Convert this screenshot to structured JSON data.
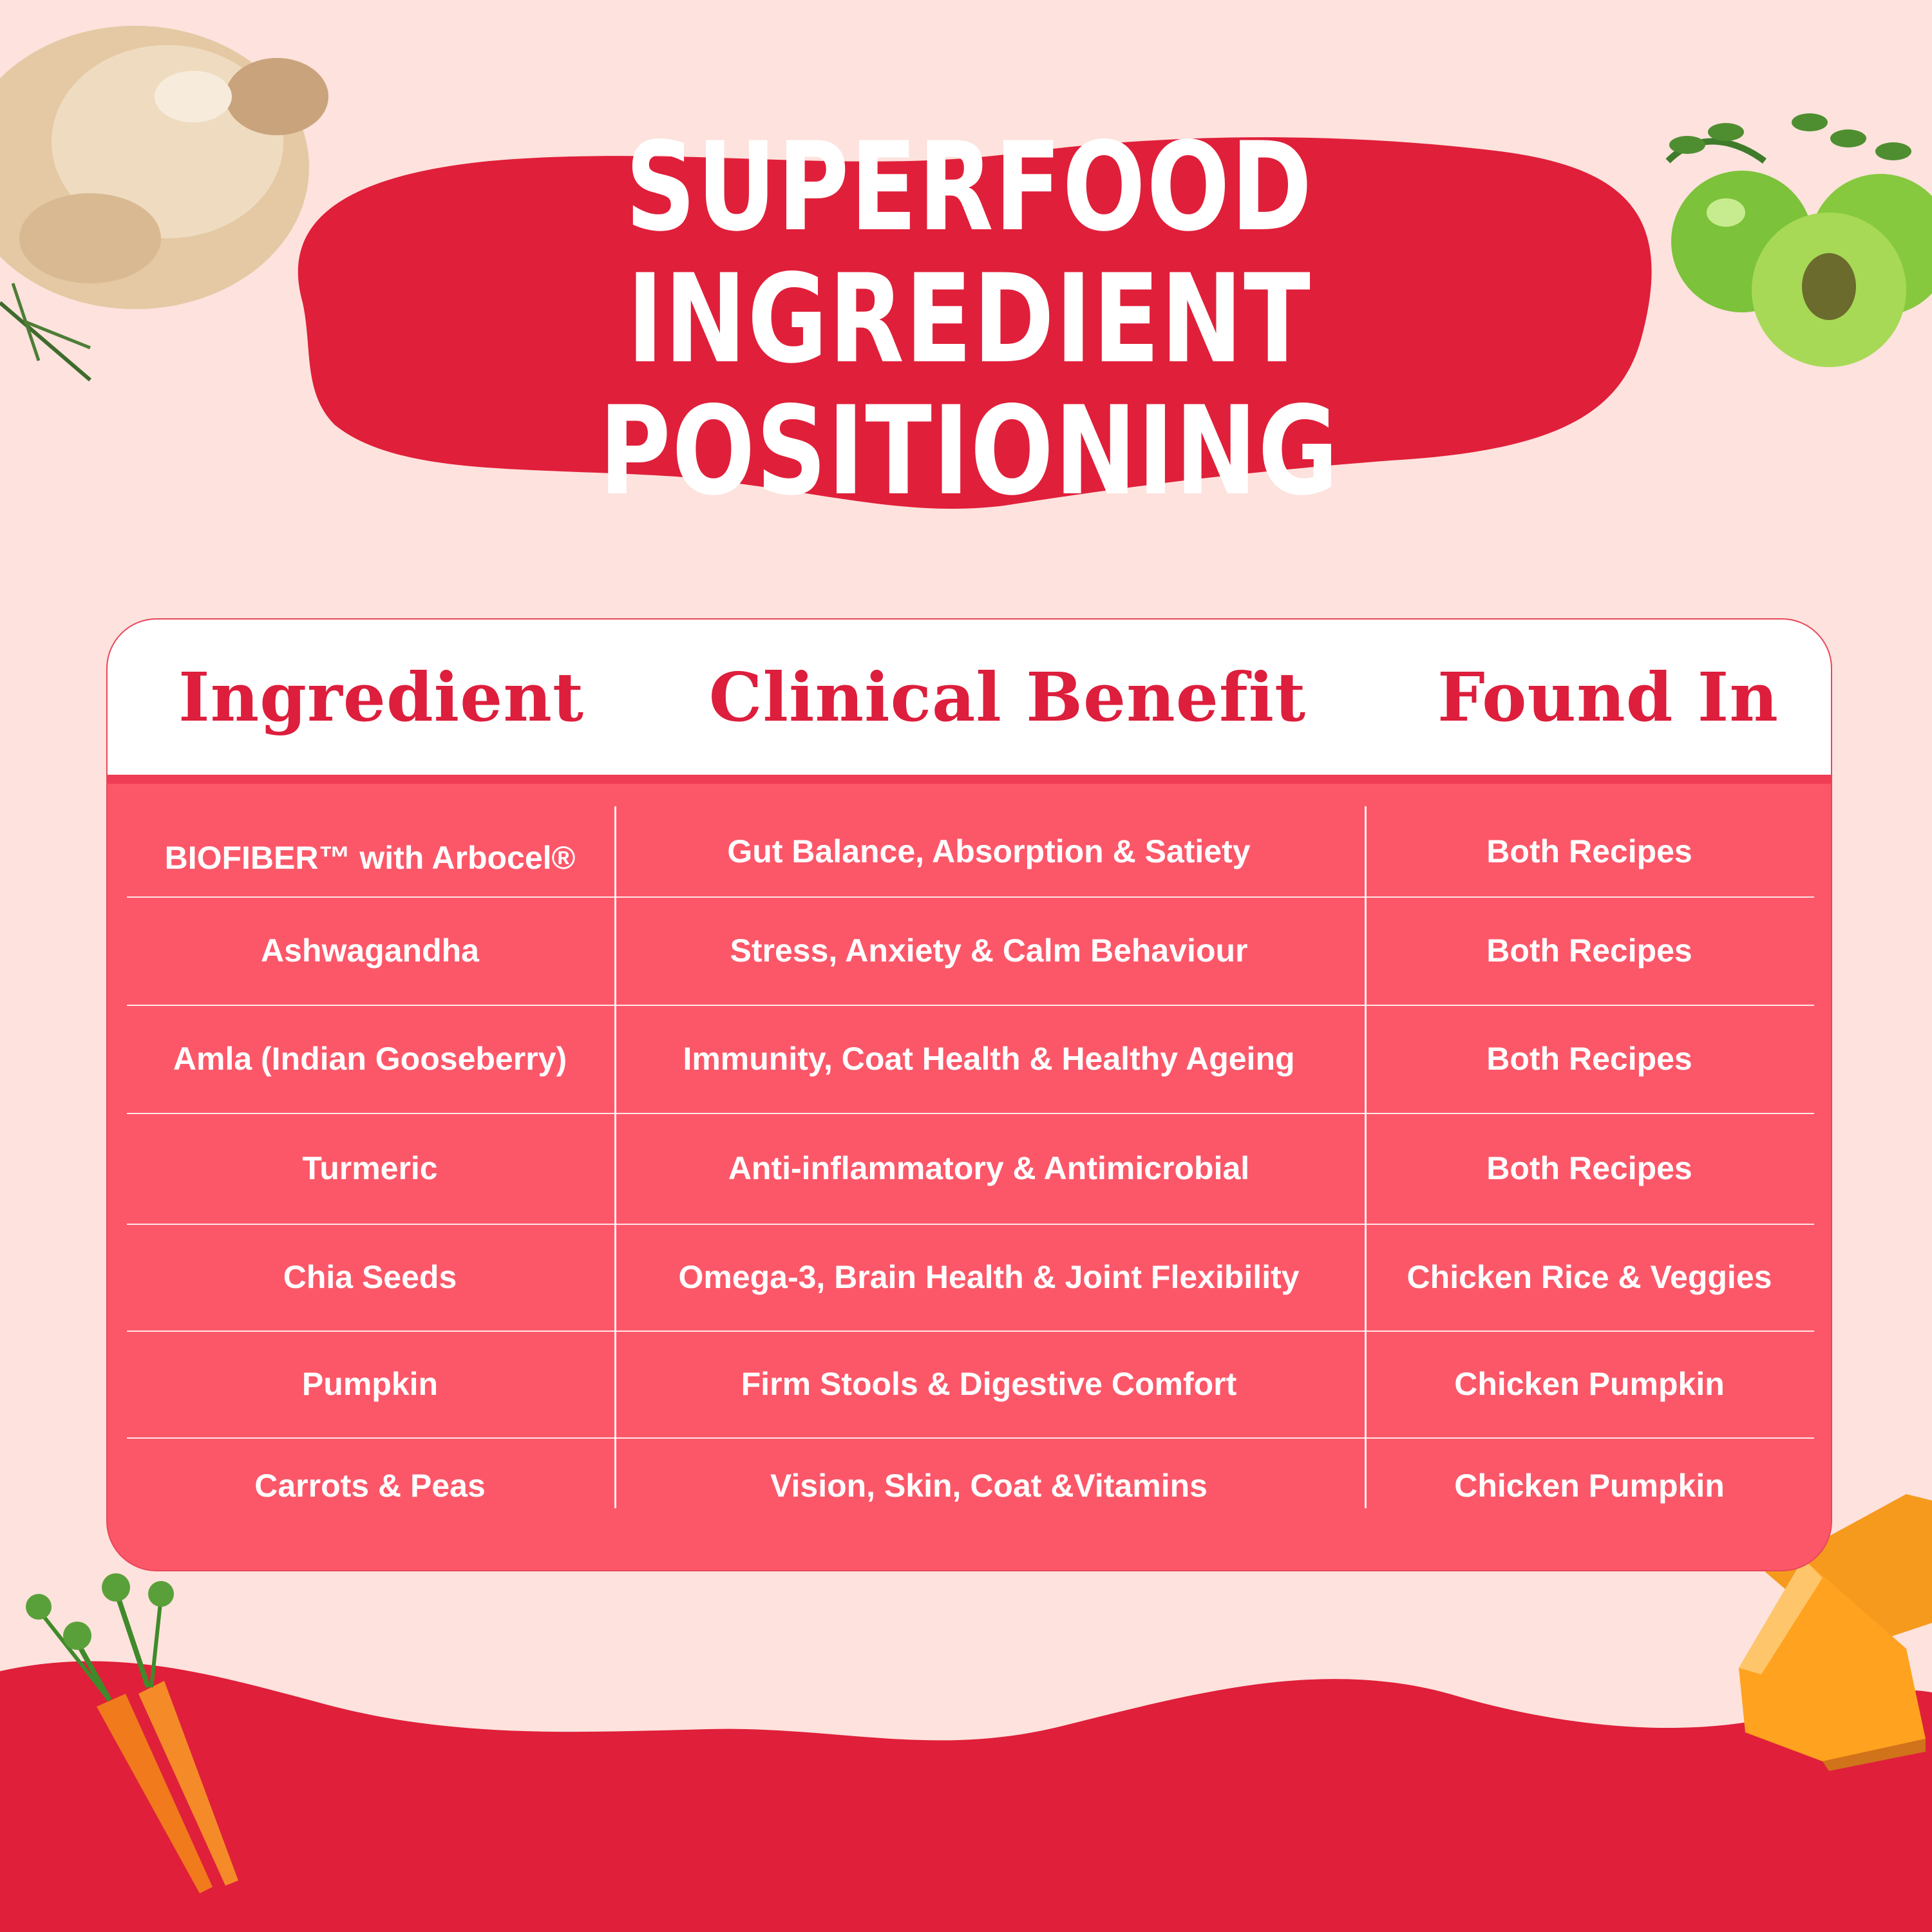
{
  "header": {
    "title_line1": "SUPERFOOD INGREDIENT",
    "title_line2": "POSITIONING"
  },
  "table": {
    "columns": [
      "Ingredient",
      "Clinical Benefit",
      "Found In"
    ],
    "rows": [
      [
        "BIOFIBER™ with Arbocel®",
        "Gut Balance, Absorption & Satiety",
        "Both Recipes"
      ],
      [
        "Ashwagandha",
        "Stress, Anxiety & Calm Behaviour",
        "Both Recipes"
      ],
      [
        "Amla (Indian Gooseberry)",
        "Immunity, Coat Health & Healthy Ageing",
        "Both Recipes"
      ],
      [
        "Turmeric",
        "Anti-inflammatory & Antimicrobial",
        "Both Recipes"
      ],
      [
        "Chia Seeds",
        "Omega-3, Brain Health & Joint Flexibility",
        "Chicken Rice & Veggies"
      ],
      [
        "Pumpkin",
        "Firm Stools & Digestive Comfort",
        "Chicken Pumpkin"
      ],
      [
        "Carrots & Peas",
        "Vision, Skin, Coat &Vitamins",
        "Chicken Pumpkin"
      ]
    ]
  },
  "decorations": [
    "roast-chicken-image",
    "amla-gooseberry-image",
    "carrot-image",
    "pumpkin-image"
  ],
  "colors": {
    "background": "#fde2dd",
    "brand_red": "#e01f3a",
    "table_body": "#fc5769",
    "header_text": "#dd1e3c"
  }
}
